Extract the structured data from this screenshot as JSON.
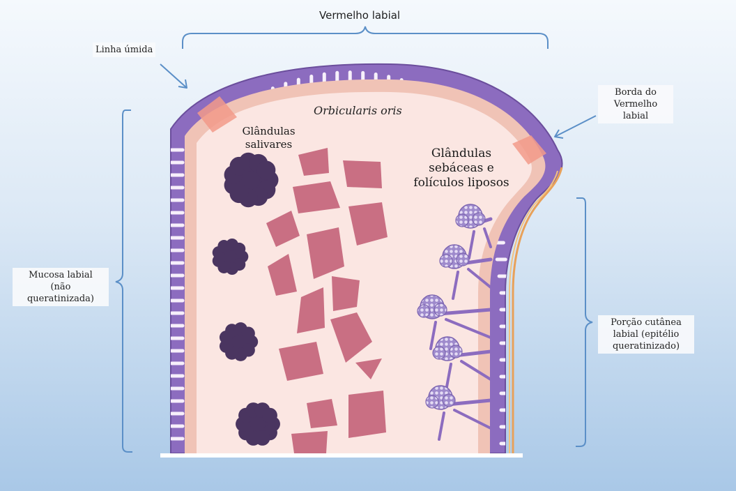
{
  "labels": {
    "vermelho_labial": "Vermelho labial",
    "linha_umida": "Linha úmida",
    "borda_do_vermelho": [
      "Borda do",
      "Vermelho",
      "labial"
    ],
    "orbicularis_oris": "Orbicularis oris",
    "glandulas_salivares": [
      "Glândulas",
      "salivares"
    ],
    "glandulas_sebaceas": [
      "Glândulas",
      "sebáceas e",
      "folículos liposos"
    ],
    "mucosa_labial": [
      "Mucosa labial",
      "(não",
      "queratinizada)"
    ],
    "porcao_cutanea": [
      "Porção cutânea",
      "labial (epitélio",
      "queratinizado)"
    ]
  },
  "colors": {
    "epithelium": "#8c6cbf",
    "epithelium_dark": "#6b4e9c",
    "lamina": "#f0c3b6",
    "interior": "#fbe6e2",
    "muscle": "#c96f83",
    "salivary_gland": "#4a3560",
    "sebaceous_gland": "#9e8acc",
    "bracket": "#5b8fc7",
    "keratin": "#e8a15a"
  }
}
